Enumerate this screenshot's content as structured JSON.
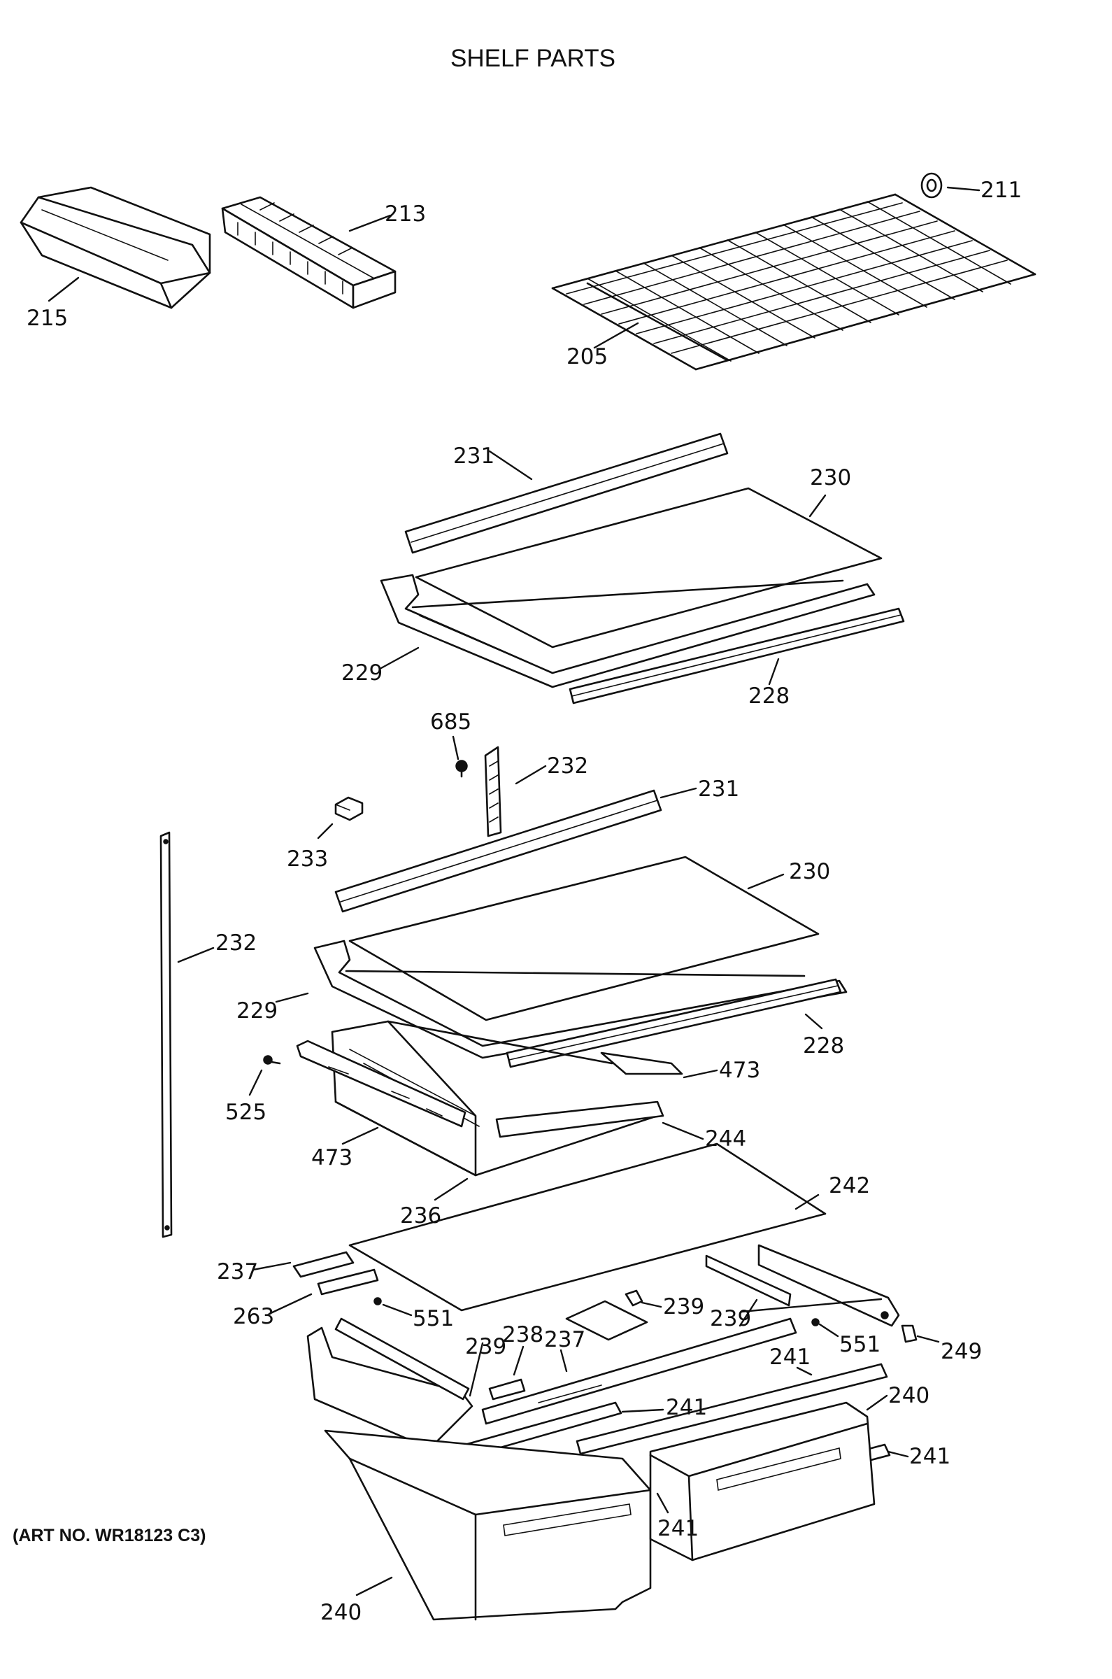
{
  "title": "SHELF PARTS",
  "art_number": "(ART NO. WR18123 C3)",
  "parts": {
    "p205": "205",
    "p211": "211",
    "p213": "213",
    "p215": "215",
    "p228a": "228",
    "p228b": "228",
    "p229a": "229",
    "p229b": "229",
    "p230a": "230",
    "p230b": "230",
    "p231a": "231",
    "p231b": "231",
    "p232a": "232",
    "p232b": "232",
    "p233": "233",
    "p236": "236",
    "p237a": "237",
    "p237b": "237",
    "p238": "238",
    "p239a": "239",
    "p239b": "239",
    "p239c": "239",
    "p240a": "240",
    "p240b": "240",
    "p241a": "241",
    "p241b": "241",
    "p241c": "241",
    "p241d": "241",
    "p242": "242",
    "p244": "244",
    "p249": "249",
    "p263": "263",
    "p473a": "473",
    "p473b": "473",
    "p525": "525",
    "p551a": "551",
    "p551b": "551",
    "p685": "685"
  }
}
